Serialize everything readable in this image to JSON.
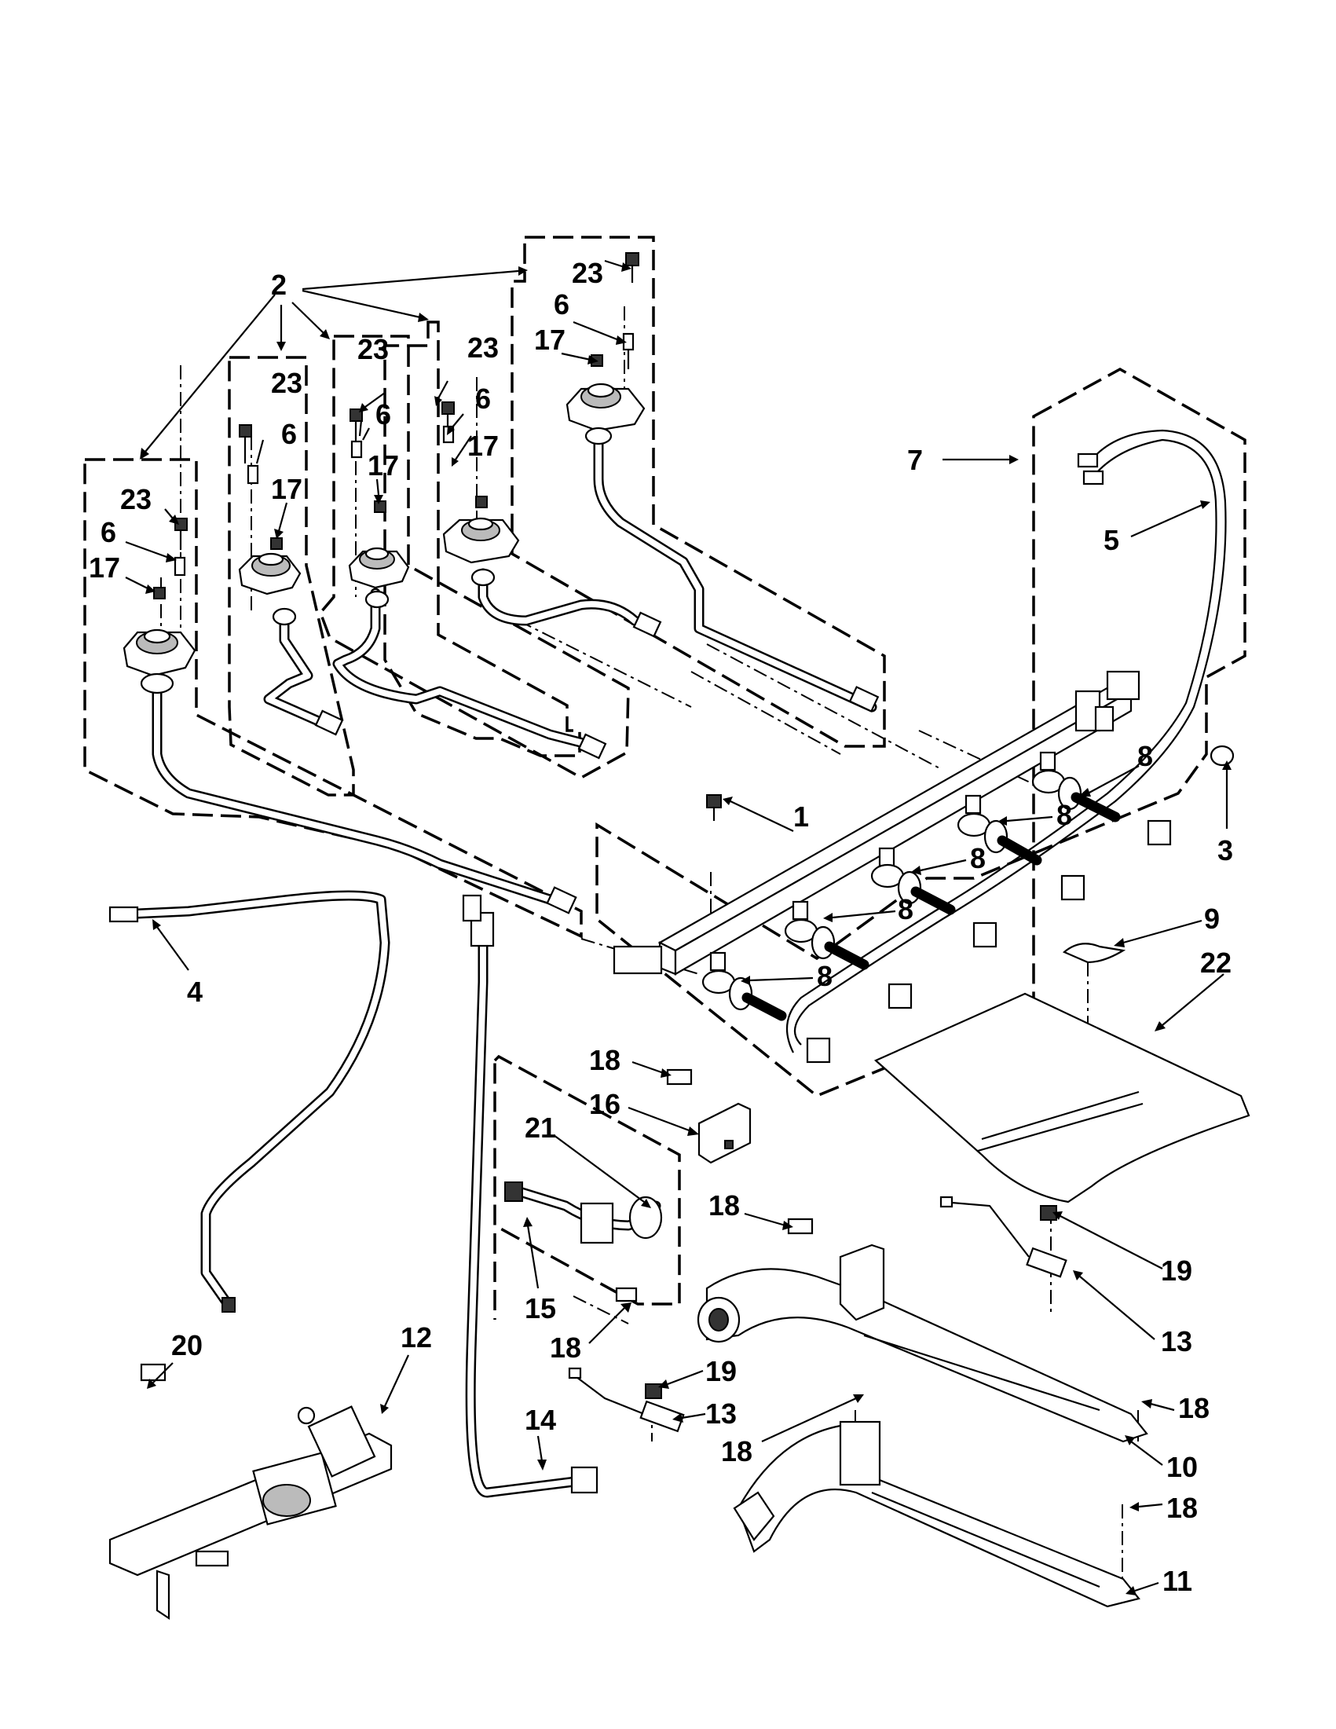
{
  "diagram": {
    "labels": [
      {
        "id": "l2",
        "text": "2"
      },
      {
        "id": "l23a",
        "text": "23"
      },
      {
        "id": "l6a",
        "text": "6"
      },
      {
        "id": "l17a",
        "text": "17"
      },
      {
        "id": "l23b",
        "text": "23"
      },
      {
        "id": "l6b",
        "text": "6"
      },
      {
        "id": "l17b",
        "text": "17"
      },
      {
        "id": "l23c",
        "text": "23"
      },
      {
        "id": "l6c",
        "text": "6"
      },
      {
        "id": "l17c",
        "text": "17"
      },
      {
        "id": "l23d",
        "text": "23"
      },
      {
        "id": "l6d",
        "text": "6"
      },
      {
        "id": "l17d",
        "text": "17"
      },
      {
        "id": "l23e",
        "text": "23"
      },
      {
        "id": "l6e",
        "text": "6"
      },
      {
        "id": "l17e",
        "text": "17"
      },
      {
        "id": "l7",
        "text": "7"
      },
      {
        "id": "l5",
        "text": "5"
      },
      {
        "id": "l1",
        "text": "1"
      },
      {
        "id": "l8a",
        "text": "8"
      },
      {
        "id": "l8b",
        "text": "8"
      },
      {
        "id": "l8c",
        "text": "8"
      },
      {
        "id": "l8d",
        "text": "8"
      },
      {
        "id": "l8e",
        "text": "8"
      },
      {
        "id": "l3",
        "text": "3"
      },
      {
        "id": "l9",
        "text": "9"
      },
      {
        "id": "l22",
        "text": "22"
      },
      {
        "id": "l4",
        "text": "4"
      },
      {
        "id": "l18a",
        "text": "18"
      },
      {
        "id": "l16",
        "text": "16"
      },
      {
        "id": "l21",
        "text": "21"
      },
      {
        "id": "l18b",
        "text": "18"
      },
      {
        "id": "l15",
        "text": "15"
      },
      {
        "id": "l18c",
        "text": "18"
      },
      {
        "id": "l19a",
        "text": "19"
      },
      {
        "id": "l13a",
        "text": "13"
      },
      {
        "id": "l20",
        "text": "20"
      },
      {
        "id": "l12",
        "text": "12"
      },
      {
        "id": "l14",
        "text": "14"
      },
      {
        "id": "l19b",
        "text": "19"
      },
      {
        "id": "l13b",
        "text": "13"
      },
      {
        "id": "l18d",
        "text": "18"
      },
      {
        "id": "l18e",
        "text": "18"
      },
      {
        "id": "l10",
        "text": "10"
      },
      {
        "id": "l18f",
        "text": "18"
      },
      {
        "id": "l11",
        "text": "11"
      }
    ]
  }
}
